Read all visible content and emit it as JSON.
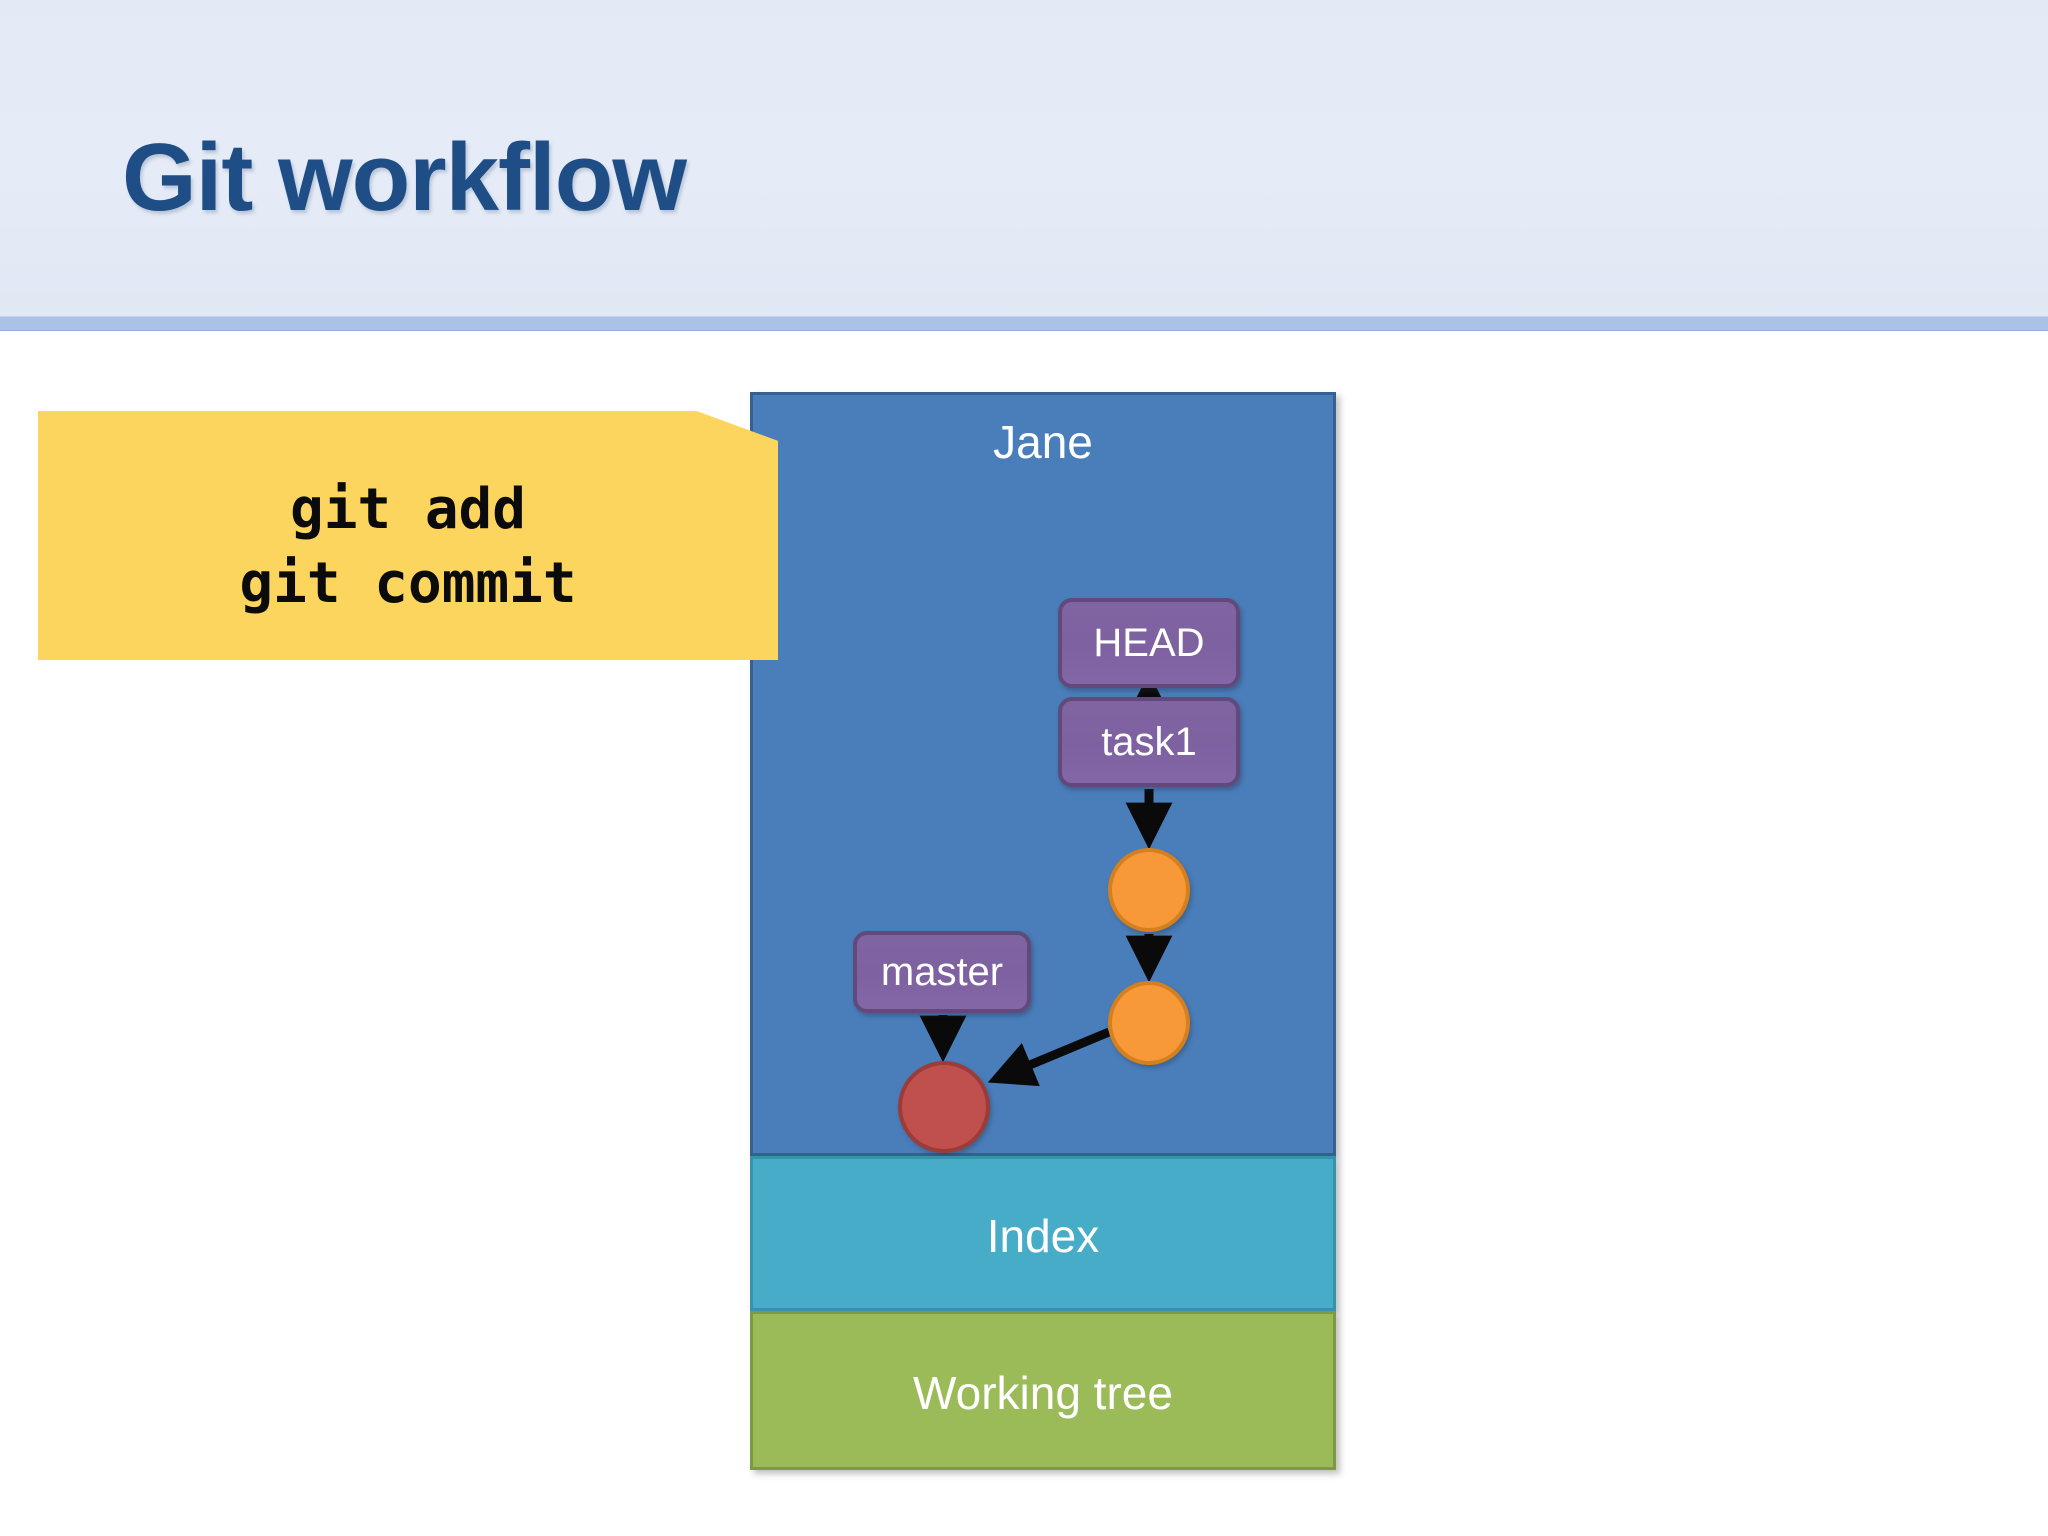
{
  "slide": {
    "title": "Git workflow",
    "title_color": "#1f4e87",
    "header_background": "#e3eaf6",
    "header_rule_color": "#a8c3e6",
    "background": "#ffffff"
  },
  "callout": {
    "name": "git-commands-callout",
    "background_color": "#fcd55f",
    "text_color": "#0b0b0b",
    "commands": "git add\ngit commit",
    "command_lines": [
      "git add",
      "git commit"
    ]
  },
  "repository_stack": {
    "owner_label": "Jane",
    "panels": [
      {
        "key": "repository",
        "label": "Jane",
        "color": "#4a7ebb",
        "border_color": "#35608f"
      },
      {
        "key": "index",
        "label": "Index",
        "color": "#46acc8",
        "border_color": "#3792ac"
      },
      {
        "key": "working_tree",
        "label": "Working tree",
        "color": "#9bbb59",
        "border_color": "#7d9a43"
      }
    ],
    "index_label": "Index",
    "working_tree_label": "Working tree"
  },
  "graph": {
    "ref_boxes": [
      {
        "key": "head",
        "label": "HEAD",
        "color": "#8064a2",
        "border_color": "#604a7b"
      },
      {
        "key": "task1",
        "label": "task1",
        "color": "#8064a2",
        "border_color": "#604a7b"
      },
      {
        "key": "master",
        "label": "master",
        "color": "#8064a2",
        "border_color": "#604a7b"
      }
    ],
    "head_label": "HEAD",
    "task1_label": "task1",
    "master_label": "master",
    "commits": [
      {
        "key": "c1",
        "type": "orange",
        "color": "#f79839",
        "border_color": "#d4801f"
      },
      {
        "key": "c2",
        "type": "orange",
        "color": "#f79839",
        "border_color": "#d4801f"
      },
      {
        "key": "c0",
        "type": "red",
        "color": "#c0504d",
        "border_color": "#9c3b38"
      }
    ],
    "edges": [
      {
        "from": "head",
        "to": "task1"
      },
      {
        "from": "task1",
        "to": "c1"
      },
      {
        "from": "c1",
        "to": "c2"
      },
      {
        "from": "c2",
        "to": "c0"
      },
      {
        "from": "master",
        "to": "c0"
      }
    ]
  }
}
